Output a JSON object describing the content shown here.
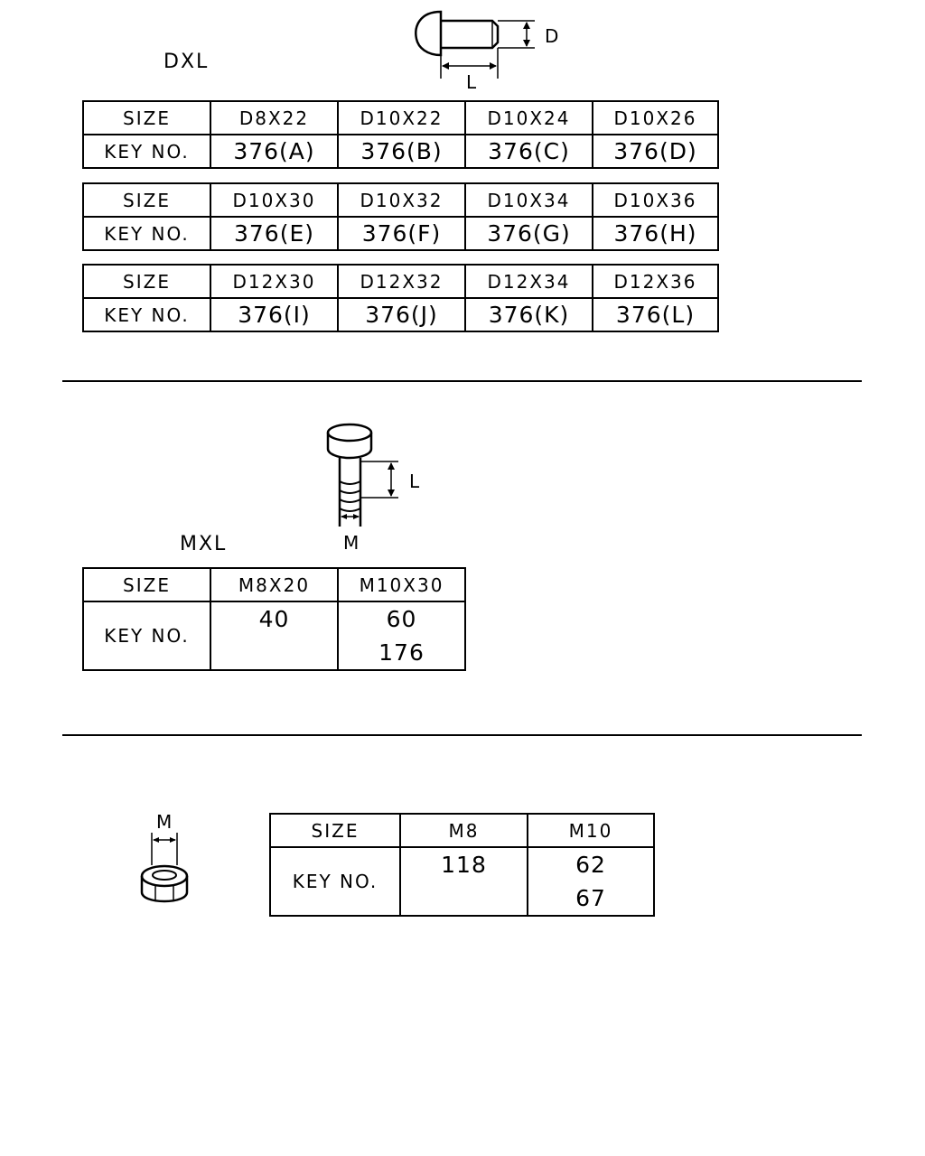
{
  "section1": {
    "caption": "DXL",
    "figure_labels": {
      "d": "D",
      "l": "L"
    },
    "header_label": "SIZE",
    "key_label": "KEY NO.",
    "tables": [
      {
        "sizes": [
          "D8X22",
          "D10X22",
          "D10X24",
          "D10X26"
        ],
        "keys": [
          "376(A)",
          "376(B)",
          "376(C)",
          "376(D)"
        ]
      },
      {
        "sizes": [
          "D10X30",
          "D10X32",
          "D10X34",
          "D10X36"
        ],
        "keys": [
          "376(E)",
          "376(F)",
          "376(G)",
          "376(H)"
        ]
      },
      {
        "sizes": [
          "D12X30",
          "D12X32",
          "D12X34",
          "D12X36"
        ],
        "keys": [
          "376(I)",
          "376(J)",
          "376(K)",
          "376(L)"
        ]
      }
    ]
  },
  "section2": {
    "caption": "MXL",
    "figure_labels": {
      "l": "L",
      "m": "M"
    },
    "header_label": "SIZE",
    "key_label": "KEY NO.",
    "sizes": [
      "M8X20",
      "M10X30"
    ],
    "keys": [
      [
        "40"
      ],
      [
        "60",
        "176"
      ]
    ]
  },
  "section3": {
    "figure_labels": {
      "m": "M"
    },
    "header_label": "SIZE",
    "key_label": "KEY NO.",
    "sizes": [
      "M8",
      "M10"
    ],
    "keys": [
      [
        "118"
      ],
      [
        "62",
        "67"
      ]
    ]
  }
}
